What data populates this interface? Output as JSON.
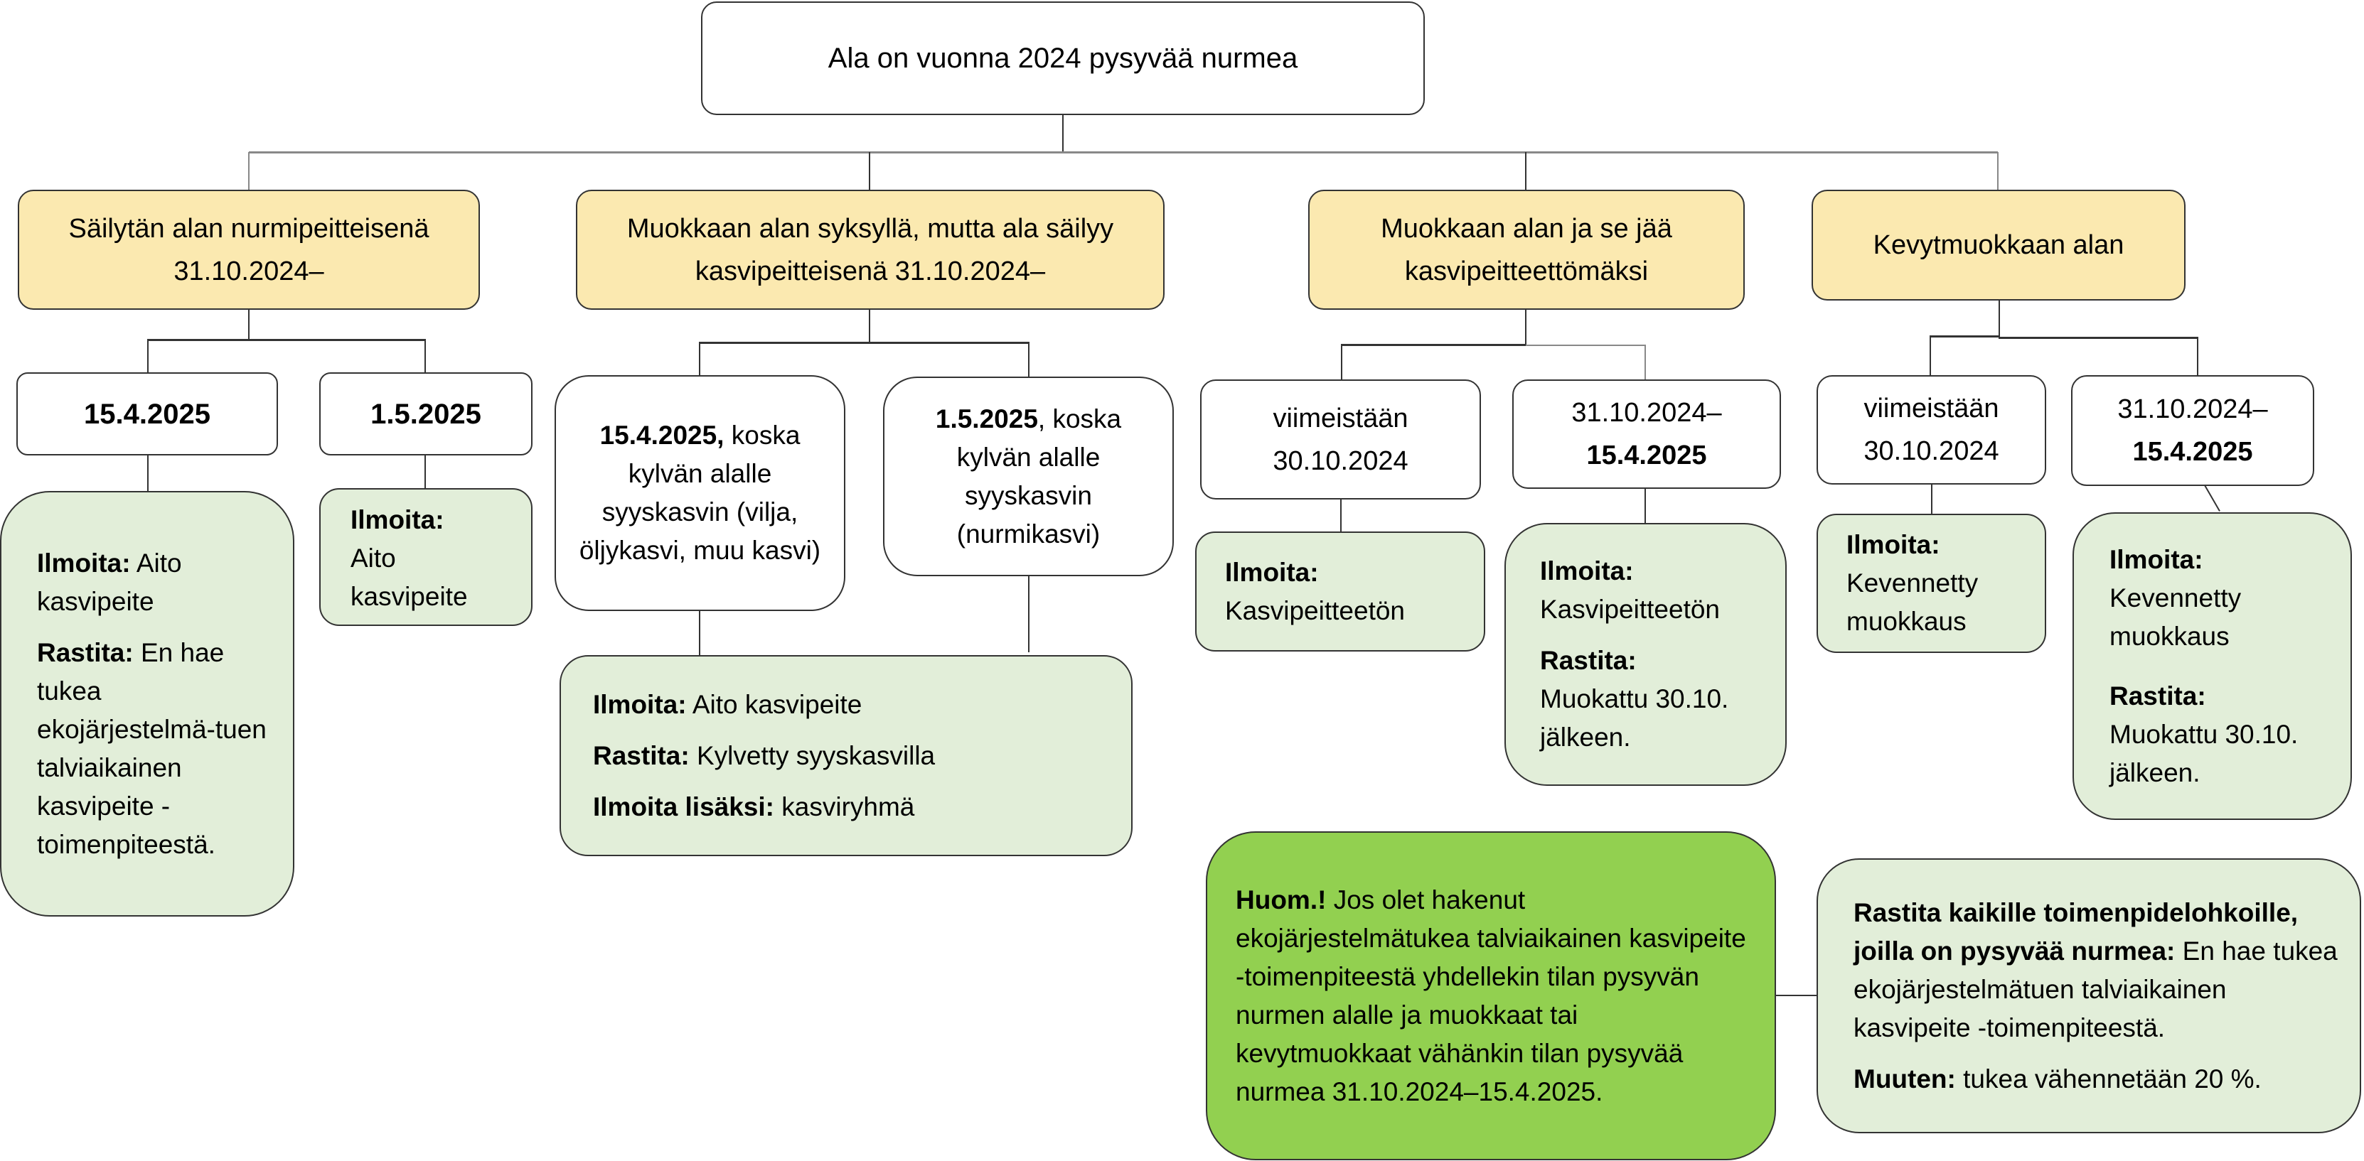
{
  "root": {
    "label": "Ala on vuonna 2024 pysyvää nurmea"
  },
  "branches": [
    {
      "label": "Säilytän alan nurmipeitteisenä 31.10.2024–",
      "options": [
        {
          "date_bold": "15.4.2025",
          "rest": "",
          "result": [
            {
              "key": "Ilmoita:",
              "value": "Aito kasvipeite"
            },
            {
              "key": "Rastita:",
              "value": "En hae tukea ekojärjestelmä-tuen talviaikainen kasvipeite -toimenpiteestä."
            }
          ]
        },
        {
          "date_bold": "1.5.2025",
          "rest": "",
          "result": [
            {
              "key": "Ilmoita:",
              "value": "Aito kasvipeite"
            }
          ]
        }
      ]
    },
    {
      "label": "Muokkaan alan syksyllä, mutta ala säilyy kasvipeitteisenä 31.10.2024–",
      "options": [
        {
          "date_bold": "15.4.2025,",
          "rest": " koska kylvän alalle syyskasvin (vilja, öljykasvi, muu kasvi)"
        },
        {
          "date_bold": "1.5.2025",
          "rest": ", koska kylvän alalle syyskasvin (nurmikasvi)"
        }
      ],
      "shared_result": [
        {
          "key": "Ilmoita:",
          "value": "Aito kasvipeite"
        },
        {
          "key": "Rastita:",
          "value": "Kylvetty syyskasvilla"
        },
        {
          "key": "Ilmoita lisäksi:",
          "value": "kasviryhmä"
        }
      ]
    },
    {
      "label": "Muokkaan alan ja se jää kasvipeitteettömäksi",
      "options": [
        {
          "line1": "viimeistään",
          "line2": "30.10.2024",
          "line2_bold": false,
          "result": [
            {
              "key": "Ilmoita:",
              "value": "Kasvipeitteetön"
            }
          ]
        },
        {
          "line1": "31.10.2024–",
          "line2": "15.4.2025",
          "line2_bold": true,
          "result": [
            {
              "key": "Ilmoita:",
              "value": "Kasvipeitteetön"
            },
            {
              "key": "Rastita:",
              "value": "Muokattu 30.10. jälkeen."
            }
          ]
        }
      ]
    },
    {
      "label": "Kevytmuokkaan alan",
      "options": [
        {
          "line1": "viimeistään",
          "line2": "30.10.2024",
          "line2_bold": false,
          "result": [
            {
              "key": "Ilmoita:",
              "value": "Kevennetty muokkaus"
            }
          ]
        },
        {
          "line1": "31.10.2024–",
          "line2": "15.4.2025",
          "line2_bold": true,
          "result": [
            {
              "key": "Ilmoita:",
              "value": "Kevennetty muokkaus"
            },
            {
              "key": "Rastita:",
              "value": "Muokattu 30.10. jälkeen."
            }
          ]
        }
      ]
    }
  ],
  "note": {
    "key": "Huom.!",
    "value": " Jos olet hakenut ekojärjestelmätukea talviaikainen kasvipeite -toimenpiteestä yhdellekin tilan pysyvän nurmen alalle ja muokkaat tai kevytmuokkaat vähänkin tilan pysyvää nurmea 31.10.2024–15.4.2025."
  },
  "note_action": {
    "key1": "Rastita kaikille toimenpidelohkoille, joilla on pysyvää nurmea:",
    "value1": " En hae tukea ekojärjestelmätuen talviaikainen kasvipeite -toimenpiteestä.",
    "key2": "Muuten:",
    "value2": " tukea vähennetään 20 %."
  },
  "colors": {
    "header_yellow": "#fbe9b0",
    "result_light_green": "#e2eed9",
    "note_green": "#92d050",
    "border": "#333333"
  }
}
